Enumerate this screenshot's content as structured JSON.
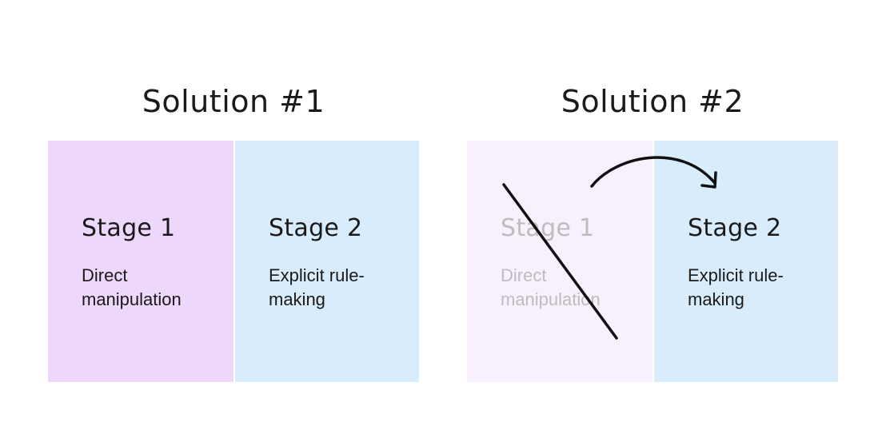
{
  "solutions": [
    {
      "title": "Solution #1",
      "stages": [
        {
          "title": "Stage 1",
          "description": "Direct manipulation",
          "color": "#edd7fb"
        },
        {
          "title": "Stage 2",
          "description": "Explicit rule-making",
          "color": "#d9ecfc"
        }
      ]
    },
    {
      "title": "Solution #2",
      "stages": [
        {
          "title": "Stage 1",
          "description": "Direct manipulation",
          "color": "#f8f1fd",
          "crossed_out": true
        },
        {
          "title": "Stage 2",
          "description": "Explicit rule-making",
          "color": "#d9ecfc"
        }
      ]
    }
  ],
  "icons": {
    "strike": "strike-line-icon",
    "arrow": "curved-arrow-icon"
  }
}
